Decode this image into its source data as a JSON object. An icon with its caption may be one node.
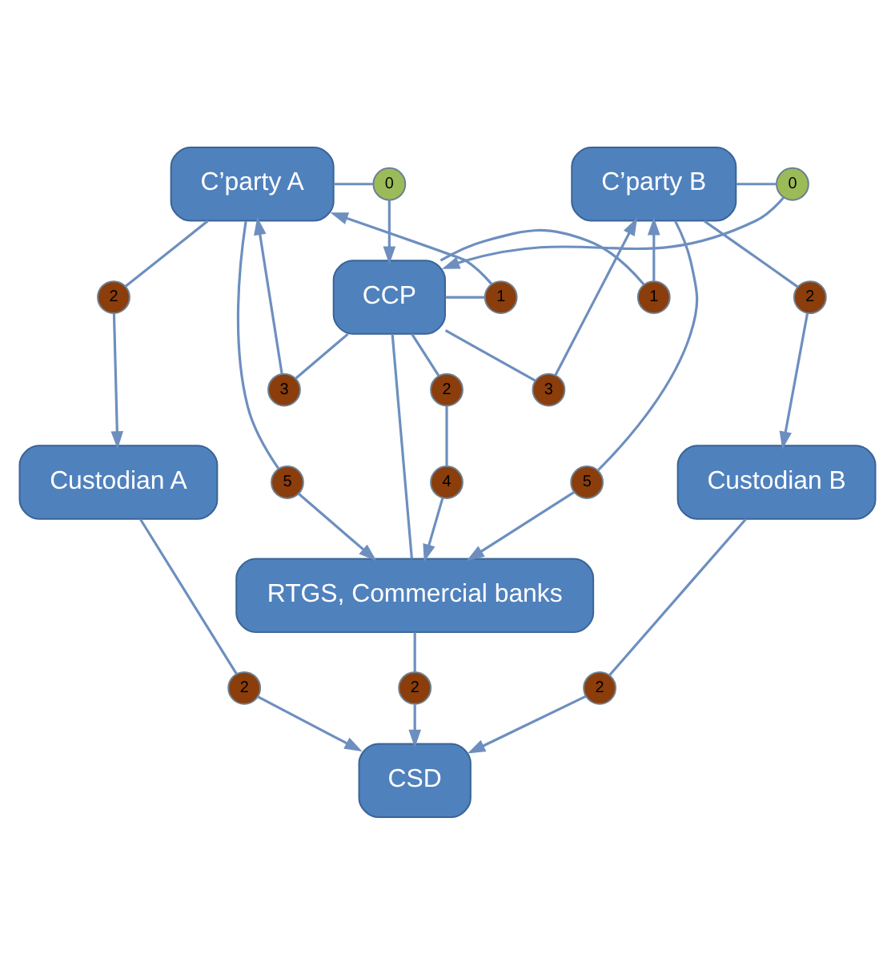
{
  "diagram": {
    "nodes": [
      {
        "text": [
          "C’party A"
        ]
      },
      {
        "text": [
          "0"
        ]
      },
      {
        "text": [
          "0"
        ]
      },
      {
        "text": [
          "C’party B"
        ]
      },
      {
        "text": [
          "5"
        ]
      },
      {
        "text": [
          "2"
        ]
      },
      {
        "text": [
          "1"
        ]
      },
      {
        "text": [
          "CCP"
        ]
      },
      {
        "text": [
          "1"
        ]
      },
      {
        "text": [
          "5"
        ]
      },
      {
        "text": [
          "2"
        ]
      },
      {
        "text": [
          "3"
        ]
      },
      {
        "text": [
          "3"
        ]
      },
      {
        "text": [
          "2"
        ]
      },
      {
        "text": [
          "Custodian A"
        ]
      },
      {
        "text": [
          "4"
        ]
      },
      {
        "text": [
          "Custodian B"
        ]
      },
      {
        "text": [
          "RTGS, Commercial banks"
        ]
      },
      {
        "text": [
          "2"
        ]
      },
      {
        "text": [
          "2"
        ]
      },
      {
        "text": [
          "CSD"
        ]
      },
      {
        "text": [
          "2"
        ]
      }
    ],
    "edges": [
      {
        "from": 0,
        "to": 1,
        "arrow": "none"
      },
      {
        "from": 1,
        "to": 7,
        "arrow": "to"
      },
      {
        "from": 3,
        "to": 2,
        "arrow": "none"
      },
      {
        "from": 2,
        "to": 7,
        "arrow": "to"
      },
      {
        "from": 7,
        "to": 6,
        "arrow": "none"
      },
      {
        "from": 6,
        "to": 0,
        "arrow": "to"
      },
      {
        "from": 7,
        "to": 11,
        "arrow": "none"
      },
      {
        "from": 11,
        "to": 0,
        "arrow": "to"
      },
      {
        "from": 7,
        "to": 8,
        "arrow": "none"
      },
      {
        "from": 8,
        "to": 3,
        "arrow": "to"
      },
      {
        "from": 7,
        "to": 12,
        "arrow": "none"
      },
      {
        "from": 12,
        "to": 3,
        "arrow": "to"
      },
      {
        "from": 0,
        "to": 5,
        "arrow": "none"
      },
      {
        "from": 5,
        "to": 14,
        "arrow": "to"
      },
      {
        "from": 3,
        "to": 10,
        "arrow": "none"
      },
      {
        "from": 10,
        "to": 16,
        "arrow": "to"
      },
      {
        "from": 0,
        "to": 4,
        "arrow": "none"
      },
      {
        "from": 4,
        "to": 17,
        "arrow": "to"
      },
      {
        "from": 3,
        "to": 9,
        "arrow": "none"
      },
      {
        "from": 9,
        "to": 17,
        "arrow": "to"
      },
      {
        "from": 7,
        "to": 13,
        "arrow": "none"
      },
      {
        "from": 13,
        "to": 15,
        "arrow": "none"
      },
      {
        "from": 15,
        "to": 17,
        "arrow": "to"
      },
      {
        "from": 7,
        "to": 17,
        "arrow": "none"
      },
      {
        "from": 17,
        "to": 18,
        "arrow": "none"
      },
      {
        "from": 18,
        "to": 20,
        "arrow": "to"
      },
      {
        "from": 14,
        "to": 19,
        "arrow": "none"
      },
      {
        "from": 19,
        "to": 20,
        "arrow": "to"
      },
      {
        "from": 16,
        "to": 21,
        "arrow": "none"
      },
      {
        "from": 21,
        "to": 20,
        "arrow": "to"
      }
    ]
  }
}
